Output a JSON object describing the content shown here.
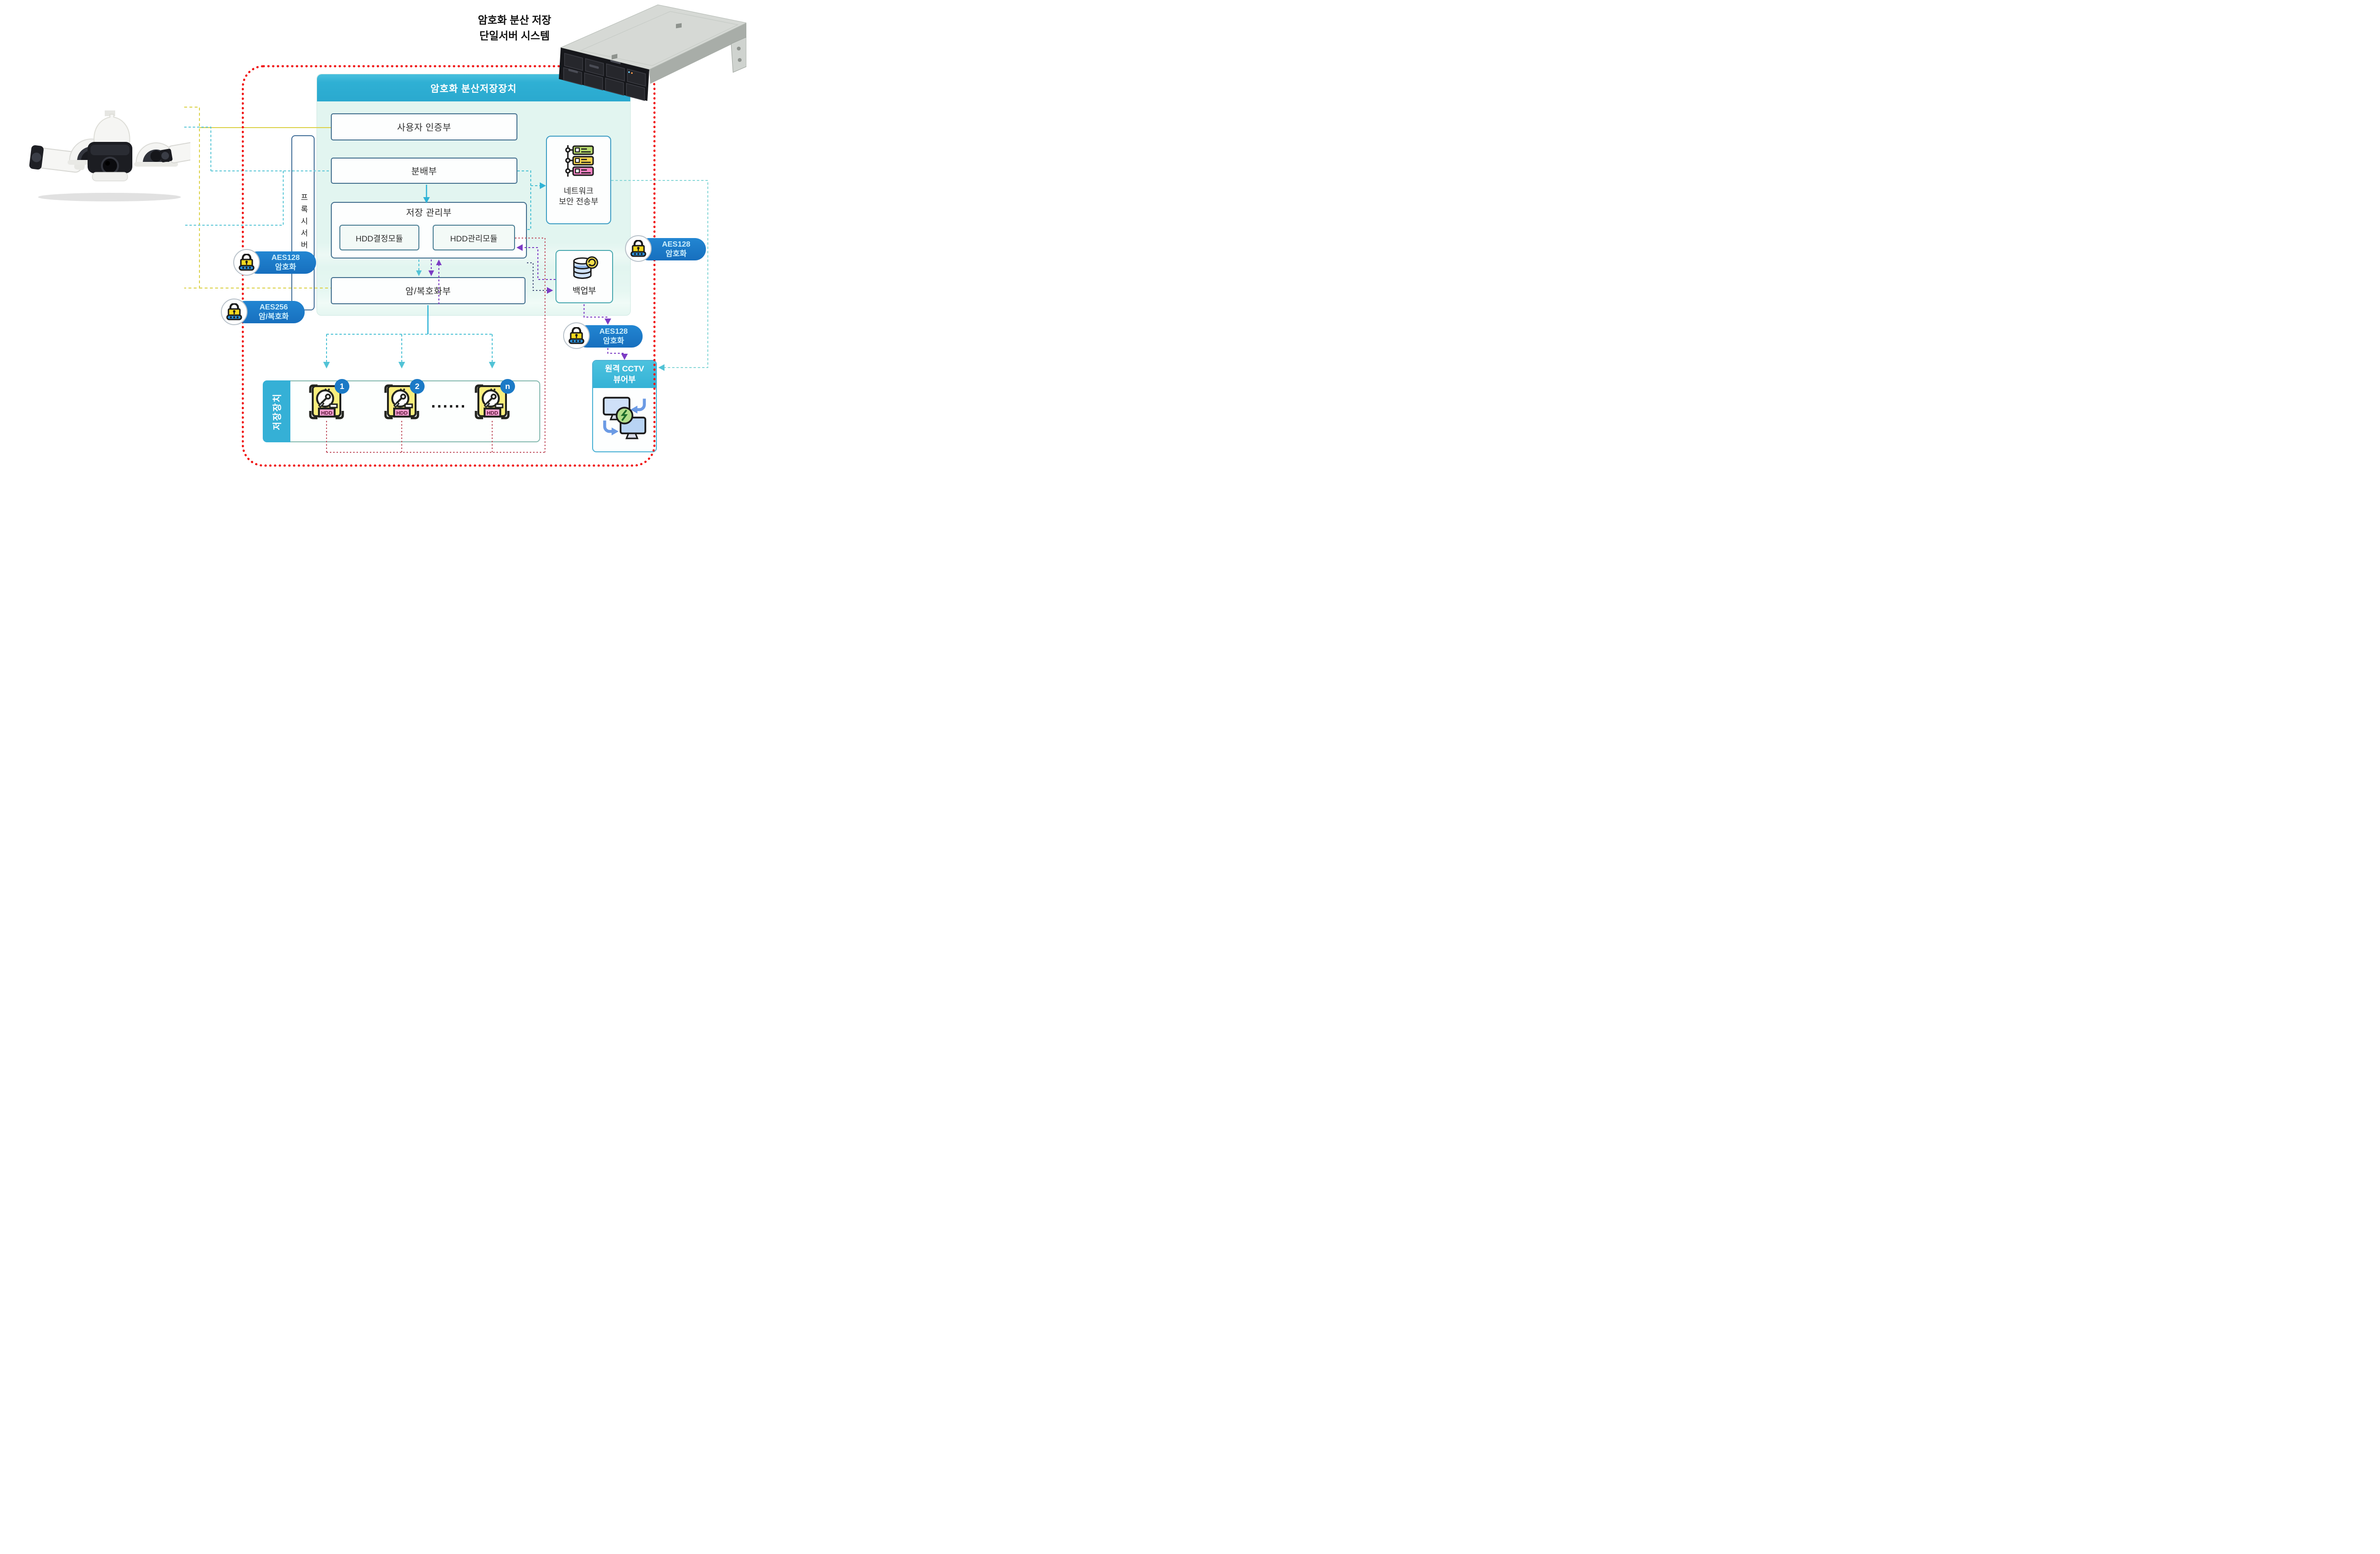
{
  "title": {
    "line1": "암호화 분산 저장",
    "line2": "단일서버 시스템"
  },
  "device": {
    "header": "암호화 분산저장장치",
    "auth_unit": "사용자 인증부",
    "distribution_unit": "분배부",
    "storage_mgmt_unit": "저장 관리부",
    "hdd_decision_module": "HDD결정모듈",
    "hdd_mgmt_module": "HDD관리모듈",
    "crypto_unit": "암/복호화부"
  },
  "proxy_server": {
    "label": "프록시서버"
  },
  "network_unit": {
    "line1": "네트워크",
    "line2": "보안 전송부"
  },
  "backup_unit": {
    "label": "백업부"
  },
  "storage": {
    "label": "저장장치",
    "disk_numbers": [
      "1",
      "2",
      "n"
    ],
    "ellipsis": "......",
    "hdd_label": "HDD"
  },
  "viewer_unit": {
    "line1": "원격 CCTV",
    "line2": "뷰어부"
  },
  "badges": {
    "ingest": {
      "line1": "AES128",
      "line2": "암호화"
    },
    "internal": {
      "line1": "AES256",
      "line2": "암/복호화"
    },
    "transfer": {
      "line1": "AES128",
      "line2": "암호화"
    },
    "backup": {
      "line1": "AES128",
      "line2": "암호화"
    }
  },
  "colors": {
    "accent_teal": "#2fb3d6",
    "mint_body": "#e2f5f0",
    "badge_blue": "#1b7ac6",
    "boundary_red": "#f01010",
    "crimson_line": "#c04f5e",
    "purple_line": "#7c3cc4",
    "navy_line": "#45517b",
    "yellow_line": "#dcd24b"
  }
}
